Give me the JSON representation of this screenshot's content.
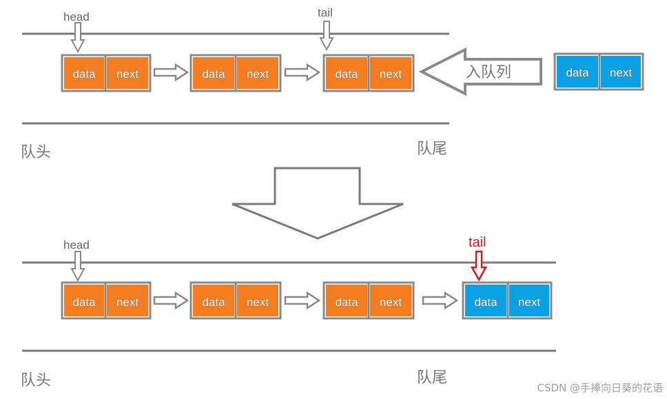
{
  "top": {
    "head_label": "head",
    "tail_label": "tail",
    "nodes": [
      {
        "data": "data",
        "next": "next"
      },
      {
        "data": "data",
        "next": "next"
      },
      {
        "data": "data",
        "next": "next"
      }
    ],
    "enqueue_label": "入队列",
    "new_node": {
      "data": "data",
      "next": "next"
    },
    "front_label": "队头",
    "rear_label": "队尾"
  },
  "bottom": {
    "head_label": "head",
    "tail_label": "tail",
    "nodes": [
      {
        "data": "data",
        "next": "next"
      },
      {
        "data": "data",
        "next": "next"
      },
      {
        "data": "data",
        "next": "next"
      },
      {
        "data": "data",
        "next": "next"
      }
    ],
    "front_label": "队头",
    "rear_label": "队尾"
  },
  "watermark": "CSDN @手捧向日葵的花语",
  "colors": {
    "orange": "#f47d20",
    "blue": "#0aa1e4",
    "border": "#8a8a8a",
    "line": "#7a7a7a",
    "red": "#e0141e"
  }
}
